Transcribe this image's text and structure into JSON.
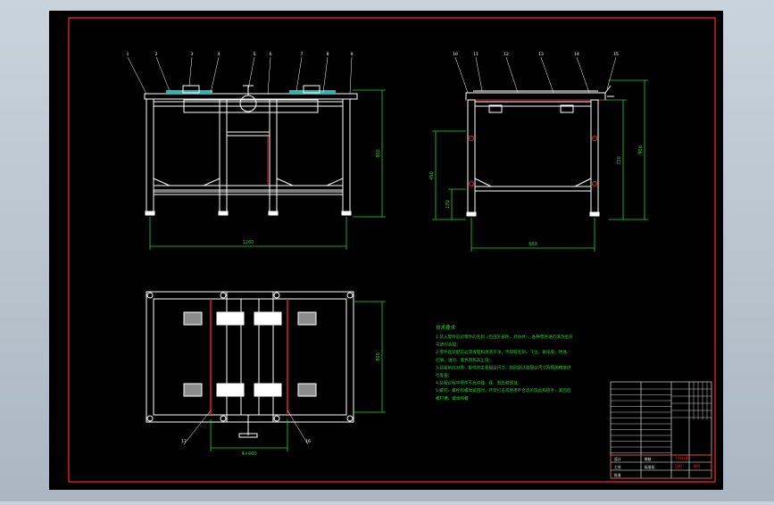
{
  "colors": {
    "background": "#000000",
    "frame": "#ff2a2a",
    "linework": "#ffffff",
    "dimension": "#1fd61f",
    "hatch": "#8c8c8c",
    "feature": "#e02020",
    "table_accent": "#ff3030"
  },
  "front_view": {
    "balloons": [
      "1",
      "2",
      "3",
      "4",
      "5",
      "6",
      "7",
      "8",
      "9"
    ],
    "dim_width": "1260",
    "dim_height": "800"
  },
  "side_view": {
    "balloons": [
      "10",
      "11",
      "12",
      "13",
      "14",
      "15"
    ],
    "dim_width": "660",
    "dim_overall": "900",
    "dim_inner": "720",
    "dim_mid": "450",
    "dim_low": "170"
  },
  "plan_view": {
    "balloons": [
      "17",
      "16"
    ],
    "dim_width": "4×400",
    "dim_depth": "800"
  },
  "notes": {
    "title": "技术要求",
    "lines": [
      "1.装入零件前对零件的毛刺（包括外部件、外协件），各种零件进行清洗后方",
      "  可进行装配；",
      "2.零件在装配前必须清理和清洗干净，不得有毛刺、飞边、氧化皮、锈蚀、",
      "  切屑、油污、着色剂和灰尘等；",
      "3.装配前应对零、部件的主要配合尺寸，特别是过盈配合尺寸及相关精度进",
      "  行复查；",
      "4.装配过程中零件不允许磕、碰、划伤和锈蚀；",
      "5.螺钉、螺栓和螺母紧固时，严禁打击或使用不合适的旋具和扳手，紧固后",
      "  螺钉槽、螺母和螺"
    ]
  },
  "title_block": {
    "cells": [
      "设计",
      "审核",
      "工艺",
      "标准化",
      "批准"
    ],
    "labels": [
      "工作台架",
      "比例",
      "图号"
    ]
  }
}
